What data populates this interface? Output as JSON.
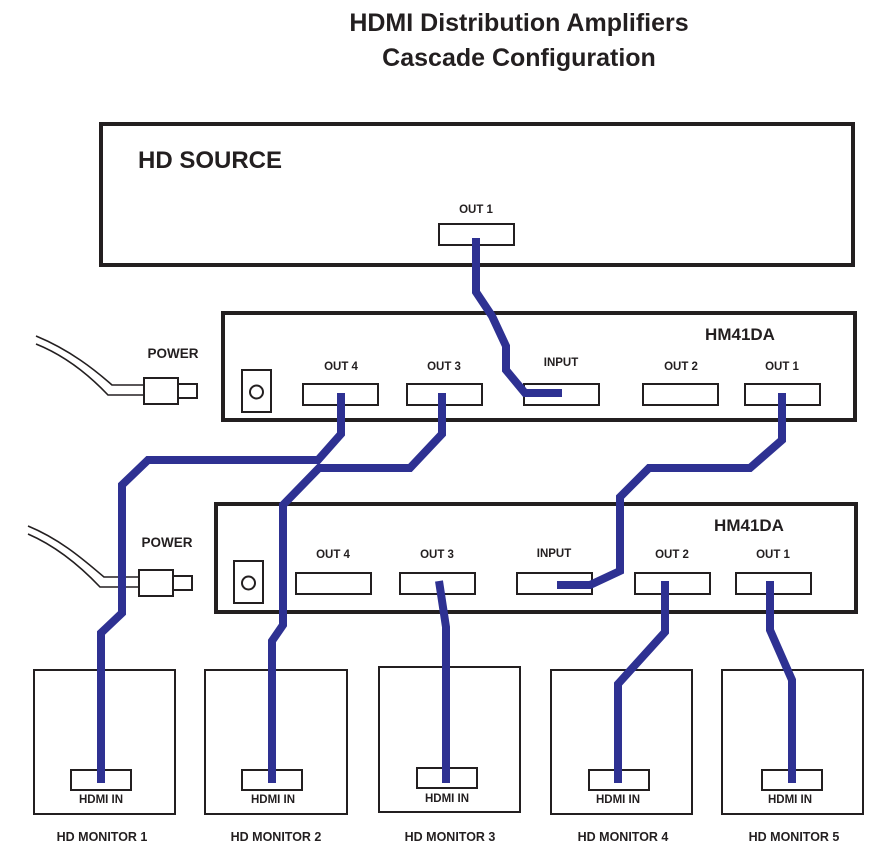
{
  "title": {
    "line1": "HDMI Distribution Amplifiers",
    "line2": "Cascade Configuration"
  },
  "source": {
    "label": "HD SOURCE",
    "port": "OUT 1"
  },
  "amp1": {
    "model": "HM41DA",
    "power": "POWER",
    "ports": {
      "out4": "OUT 4",
      "out3": "OUT 3",
      "input": "INPUT",
      "out2": "OUT 2",
      "out1": "OUT 1"
    }
  },
  "amp2": {
    "model": "HM41DA",
    "power": "POWER",
    "ports": {
      "out4": "OUT 4",
      "out3": "OUT 3",
      "input": "INPUT",
      "out2": "OUT 2",
      "out1": "OUT 1"
    }
  },
  "monitors": [
    {
      "name": "HD MONITOR 1",
      "port": "HDMI IN"
    },
    {
      "name": "HD MONITOR 2",
      "port": "HDMI IN"
    },
    {
      "name": "HD MONITOR 3",
      "port": "HDMI IN"
    },
    {
      "name": "HD MONITOR 4",
      "port": "HDMI IN"
    },
    {
      "name": "HD MONITOR 5",
      "port": "HDMI IN"
    }
  ],
  "colors": {
    "cable": "#2e3192",
    "outline": "#231f20",
    "background": "#ffffff"
  }
}
